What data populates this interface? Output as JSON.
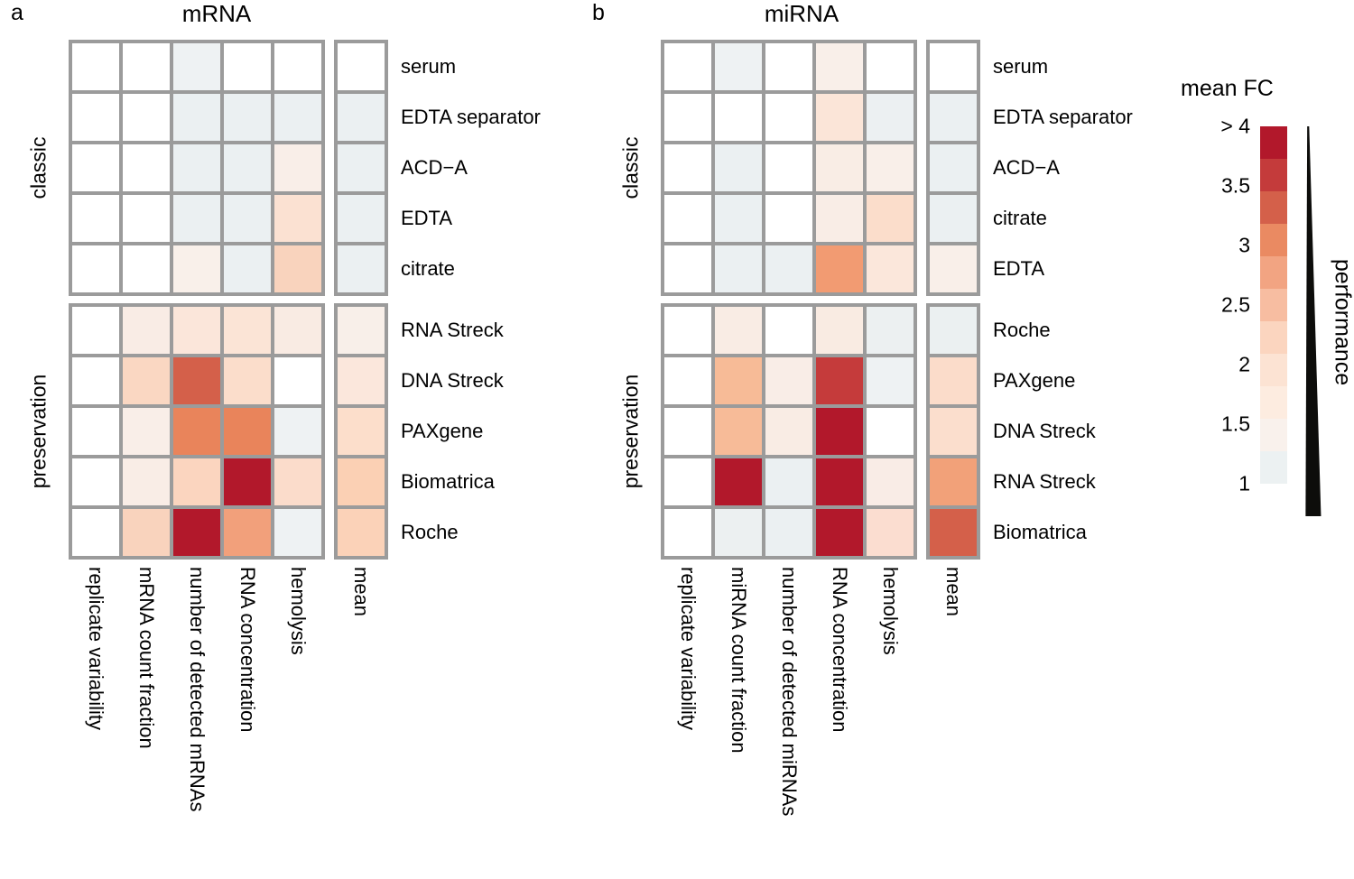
{
  "figure": {
    "panel_letters": {
      "a": "a",
      "b": "b"
    },
    "grid_border_color": "#9b9b9b",
    "legend": {
      "title": "mean FC",
      "ticks": [
        "> 4",
        "3.5",
        "3",
        "2.5",
        "2",
        "1.5",
        "1"
      ],
      "bar_colors": [
        "#b2182b",
        "#c43b3b",
        "#d4604a",
        "#ea8a62",
        "#f2a482",
        "#f7bda1",
        "#fbd5bf",
        "#fce3d3",
        "#fdece0",
        "#f9f1ec",
        "#ecf1f2"
      ],
      "wedge_label": "performance",
      "wedge_color": "#0d0d0b"
    }
  },
  "chart_data": [
    {
      "panel": "a",
      "type": "heatmap",
      "title": "mRNA",
      "columns": [
        "replicate variability",
        "mRNA count fraction",
        "number of detected mRNAs",
        "RNA concentration",
        "hemolysis"
      ],
      "mean_column_label": "mean",
      "scale": {
        "label": "mean FC",
        "min": 1,
        "max": 4,
        "top_bin": "> 4"
      },
      "row_groups": [
        {
          "group": "classic",
          "rows": [
            "serum",
            "EDTA separator",
            "ACD−A",
            "EDTA",
            "citrate"
          ]
        },
        {
          "group": "preservation",
          "rows": [
            "RNA Streck",
            "DNA Streck",
            "PAXgene",
            "Biomatrica",
            "Roche"
          ]
        }
      ],
      "cell_colors": [
        [
          "#ffffff",
          "#ffffff",
          "#eef2f3",
          "#ffffff",
          "#ffffff"
        ],
        [
          "#ffffff",
          "#ffffff",
          "#ebf0f2",
          "#ebf0f2",
          "#ebf0f2"
        ],
        [
          "#ffffff",
          "#ffffff",
          "#ebf0f2",
          "#ebf0f2",
          "#f9eee8"
        ],
        [
          "#ffffff",
          "#ffffff",
          "#ebf0f2",
          "#ebf0f2",
          "#fbe1d2"
        ],
        [
          "#ffffff",
          "#ffffff",
          "#f9f0ea",
          "#ebf0f2",
          "#f9d3bd"
        ],
        [
          "#ffffff",
          "#f9ece5",
          "#fbe6da",
          "#fbe4d6",
          "#f9ebe3"
        ],
        [
          "#ffffff",
          "#fad7c2",
          "#d4604a",
          "#fbddcb",
          "#ffffff"
        ],
        [
          "#ffffff",
          "#f9eee8",
          "#e9845b",
          "#e9845b",
          "#eef2f3"
        ],
        [
          "#ffffff",
          "#f9ede6",
          "#fbd5bf",
          "#b2182b",
          "#fbdccb"
        ],
        [
          "#ffffff",
          "#f9d3bd",
          "#b2182b",
          "#f2a07b",
          "#eef2f3"
        ]
      ],
      "mean_colors": [
        "#ffffff",
        "#ebf0f2",
        "#ebf0f2",
        "#ebf0f2",
        "#ebf0f2",
        "#f8efe9",
        "#fbe7dc",
        "#fcdecb",
        "#fbd0b4",
        "#fbd2b8"
      ],
      "values_mean_fc_est": [
        [
          1.0,
          1.0,
          1.1,
          1.0,
          1.0
        ],
        [
          1.0,
          1.0,
          1.1,
          1.1,
          1.1
        ],
        [
          1.0,
          1.0,
          1.1,
          1.1,
          1.4
        ],
        [
          1.0,
          1.0,
          1.1,
          1.1,
          1.9
        ],
        [
          1.0,
          1.0,
          1.4,
          1.1,
          2.2
        ],
        [
          1.0,
          1.4,
          1.9,
          1.9,
          1.4
        ],
        [
          1.0,
          2.2,
          3.4,
          1.9,
          1.0
        ],
        [
          1.0,
          1.4,
          3.0,
          3.0,
          1.1
        ],
        [
          1.0,
          1.4,
          2.2,
          4.2,
          1.9
        ],
        [
          1.0,
          2.2,
          4.2,
          2.8,
          1.1
        ]
      ],
      "mean_values_est": [
        1.0,
        1.1,
        1.1,
        1.1,
        1.1,
        1.4,
        1.6,
        1.9,
        2.2,
        2.2
      ]
    },
    {
      "panel": "b",
      "type": "heatmap",
      "title": "miRNA",
      "columns": [
        "replicate variability",
        "miRNA count fraction",
        "number of detected miRNAs",
        "RNA concentration",
        "hemolysis"
      ],
      "mean_column_label": "mean",
      "scale": {
        "label": "mean FC",
        "min": 1,
        "max": 4,
        "top_bin": "> 4"
      },
      "row_groups": [
        {
          "group": "classic",
          "rows": [
            "serum",
            "EDTA separator",
            "ACD−A",
            "citrate",
            "EDTA"
          ]
        },
        {
          "group": "preservation",
          "rows": [
            "Roche",
            "PAXgene",
            "DNA Streck",
            "RNA Streck",
            "Biomatrica"
          ]
        }
      ],
      "cell_colors": [
        [
          "#ffffff",
          "#eef2f3",
          "#ffffff",
          "#f9efe9",
          "#ffffff"
        ],
        [
          "#ffffff",
          "#ffffff",
          "#ffffff",
          "#fbe5d8",
          "#ecf0f2"
        ],
        [
          "#ffffff",
          "#ebf0f2",
          "#ffffff",
          "#f9ede5",
          "#f9efe9"
        ],
        [
          "#ffffff",
          "#ebf0f2",
          "#ffffff",
          "#f9ede6",
          "#fbddcb"
        ],
        [
          "#ffffff",
          "#ebf0f2",
          "#ebf0f2",
          "#f29b72",
          "#fbe7db"
        ],
        [
          "#ffffff",
          "#f9ece4",
          "#ffffff",
          "#f9ebe2",
          "#ecf0f1"
        ],
        [
          "#ffffff",
          "#f7bb97",
          "#f9ede7",
          "#c53b3b",
          "#eef2f3"
        ],
        [
          "#ffffff",
          "#f7bb98",
          "#f9ece4",
          "#b2182b",
          "#ffffff"
        ],
        [
          "#ffffff",
          "#b2182b",
          "#ebf0f2",
          "#b2182b",
          "#f9ece6"
        ],
        [
          "#ffffff",
          "#ecf0f1",
          "#ebf0f2",
          "#b2182b",
          "#fbddd0"
        ]
      ],
      "mean_colors": [
        "#ffffff",
        "#ebf0f2",
        "#ebf0f2",
        "#ebf0f2",
        "#f9efe9",
        "#ebf0f1",
        "#fbdcca",
        "#fbdecd",
        "#f2a179",
        "#d4604a"
      ],
      "values_mean_fc_est": [
        [
          1.0,
          1.1,
          1.0,
          1.4,
          1.0
        ],
        [
          1.0,
          1.0,
          1.0,
          1.9,
          1.1
        ],
        [
          1.0,
          1.1,
          1.0,
          1.4,
          1.4
        ],
        [
          1.0,
          1.1,
          1.0,
          1.4,
          1.9
        ],
        [
          1.0,
          1.1,
          1.1,
          3.0,
          1.6
        ],
        [
          1.0,
          1.4,
          1.0,
          1.4,
          1.1
        ],
        [
          1.0,
          2.5,
          1.4,
          3.7,
          1.1
        ],
        [
          1.0,
          2.5,
          1.4,
          4.2,
          1.0
        ],
        [
          1.0,
          4.2,
          1.1,
          4.2,
          1.4
        ],
        [
          1.0,
          1.1,
          1.1,
          4.2,
          1.9
        ]
      ],
      "mean_values_est": [
        1.0,
        1.1,
        1.1,
        1.1,
        1.4,
        1.1,
        1.9,
        1.9,
        2.8,
        3.4
      ]
    }
  ]
}
